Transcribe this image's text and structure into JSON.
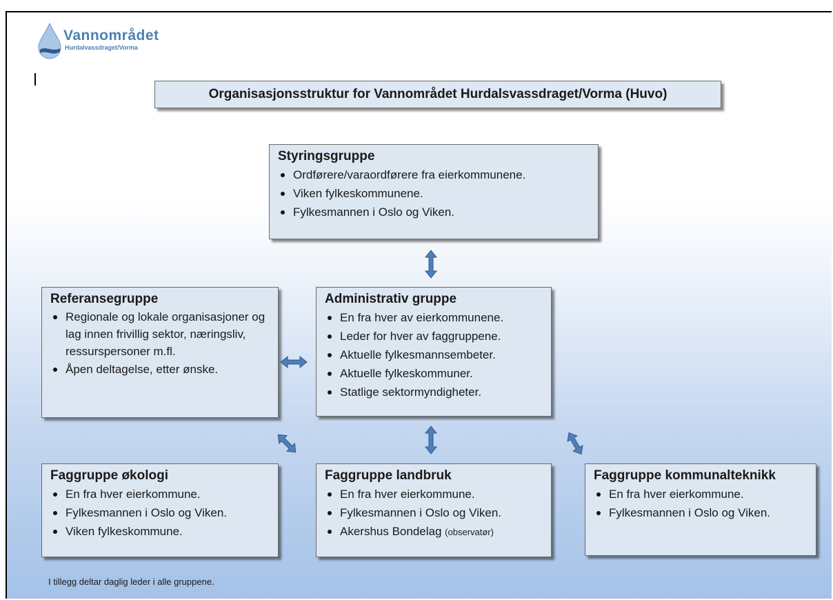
{
  "logo": {
    "name": "Vannområdet",
    "subtitle": "Hurdalvassdraget/Vorma"
  },
  "title": "Organisasjonsstruktur  for Vannområdet Hurdalsvassdraget/Vorma  (Huvo)",
  "groups": {
    "styringsgruppe": {
      "title": "Styringsgruppe",
      "items": [
        "Ordførere/varaordførere fra eierkommunene.",
        "Viken fylkeskommunene.",
        "Fylkesmannen i Oslo og Viken."
      ]
    },
    "referansegruppe": {
      "title": "Referansegruppe",
      "items": [
        "Regionale og lokale organisasjoner og lag innen frivillig sektor, næringsliv, ressurspersoner m.fl.",
        "Åpen deltagelse, etter ønske."
      ]
    },
    "administrativ": {
      "title": "Administrativ  gruppe",
      "items": [
        "En fra hver av eierkommunene.",
        "Leder for hver av faggruppene.",
        "Aktuelle fylkesmannsembeter.",
        "Aktuelle fylkeskommuner.",
        "Statlige sektormyndigheter."
      ]
    },
    "okologi": {
      "title": "Faggruppe økologi",
      "items": [
        "En fra hver eierkommune.",
        "Fylkesmannen i Oslo og Viken.",
        "Viken fylkeskommune."
      ]
    },
    "landbruk": {
      "title": "Faggruppe landbruk",
      "items": [
        "En fra hver eierkommune.",
        "Fylkesmannen i Oslo og Viken.",
        "Akershus Bondelag"
      ],
      "note": "(observatør)"
    },
    "kommunalteknikk": {
      "title": "Faggruppe kommunalteknikk",
      "items": [
        "En fra hver eierkommune.",
        "Fylkesmannen i Oslo og Viken."
      ]
    }
  },
  "footnote": "I tillegg deltar daglig leder i alle gruppene.",
  "colors": {
    "box_fill": "#dce7f2",
    "arrow_fill": "#4f7fb8",
    "arrow_stroke": "#2f5a8c",
    "logo_blue": "#4d7fb5"
  },
  "icons": {
    "logo": "water-drop-icon",
    "arrows": "double-arrow-icon"
  }
}
